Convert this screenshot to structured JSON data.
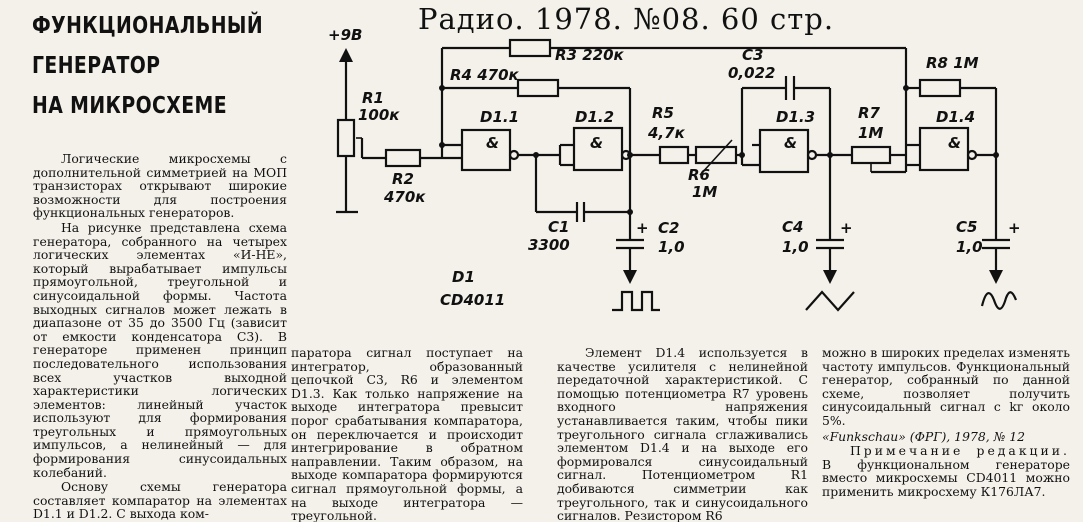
{
  "article": {
    "title_lines": [
      "ФУНКЦИОНАЛЬНЫЙ",
      "ГЕНЕРАТОР",
      "НА МИКРОСХЕМЕ"
    ],
    "header": "Радио. 1978. №08. 60 стр."
  },
  "schematic": {
    "supply": "+9В",
    "R1_name": "R1",
    "R1_val": "100к",
    "R2_name": "R2",
    "R2_val": "470к",
    "R3": "R3 220к",
    "R4": "R4 470к",
    "R5_name": "R5",
    "R5_val": "4,7к",
    "R6_name": "R6",
    "R6_val": "1М",
    "R7_name": "R7",
    "R7_val": "1М",
    "R8": "R8 1М",
    "C1_name": "C1",
    "C1_val": "3300",
    "C2_name": "C2",
    "C2_val": "1,0",
    "C3_name": "C3",
    "C3_val": "0,022",
    "C4_name": "C4",
    "C4_val": "1,0",
    "C5_name": "C5",
    "C5_val": "1,0",
    "D1_1": "D1.1",
    "D1_2": "D1.2",
    "D1_3": "D1.3",
    "D1_4": "D1.4",
    "and_sym": "&",
    "plus": "+",
    "chip_name": "D1",
    "chip_type": "CD4011"
  },
  "text": {
    "col1": [
      "Логические микросхемы с дополнительной симметрией на МОП транзисторах открывают широкие возможности для построения функциональных генераторов.",
      "На рисунке представлена схема генератора, собранного на четырех логических элементах «И-НЕ», который вырабатывает импульсы прямоугольной, треугольной и синусоидальной формы. Частота выходных сигналов может лежать в диапазоне от 35 до 3500 Гц (зависит от емкости конденсатора C3). В генераторе применен принцип последовательного использования всех участков выходной характеристики логических элементов: линейный участок используют для формирования треугольных и прямоугольных импульсов, а нелинейный — для формирования синусоидальных колебаний.",
      "Основу схемы генератора составляет компаратор на элементах D1.1 и D1.2. С выхода ком-"
    ],
    "col2": [
      "паратора сигнал поступает на интегратор, образованный цепочкой C3, R6 и элементом D1.3. Как только напряжение на выходе интегратора превысит порог срабатывания компаратора, он переключается и происходит интегрирование в обратном направлении. Таким образом, на выходе компаратора формируются сигнал прямоугольной формы, а на выходе интегратора — треугольной."
    ],
    "col3": [
      "Элемент D1.4 используется в качестве усилителя с нелинейной передаточной характеристикой. С помощью потенциометра R7 уровень входного напряжения устанавливается таким, чтобы пики треугольного сигнала сглаживались элементом D1.4 и на выходе его формировался синусоидальный сигнал. Потенциометром R1 добиваются симметрии как треугольного, так и синусоидального сигналов. Резистором R6"
    ],
    "col4": [
      "можно в широких пределах изменять частоту импульсов. Функциональный генератор, собранный по данной схеме, позволяет получить синусоидальный сигнал с kг около 5%."
    ],
    "col4_source": "«Funkschau» (ФРГ), 1978, № 12",
    "col4_note_title": "Примечание редакции.",
    "col4_note": "В функциональном генераторе вместо микросхемы CD4011 можно применить микросхему К176ЛА7."
  }
}
